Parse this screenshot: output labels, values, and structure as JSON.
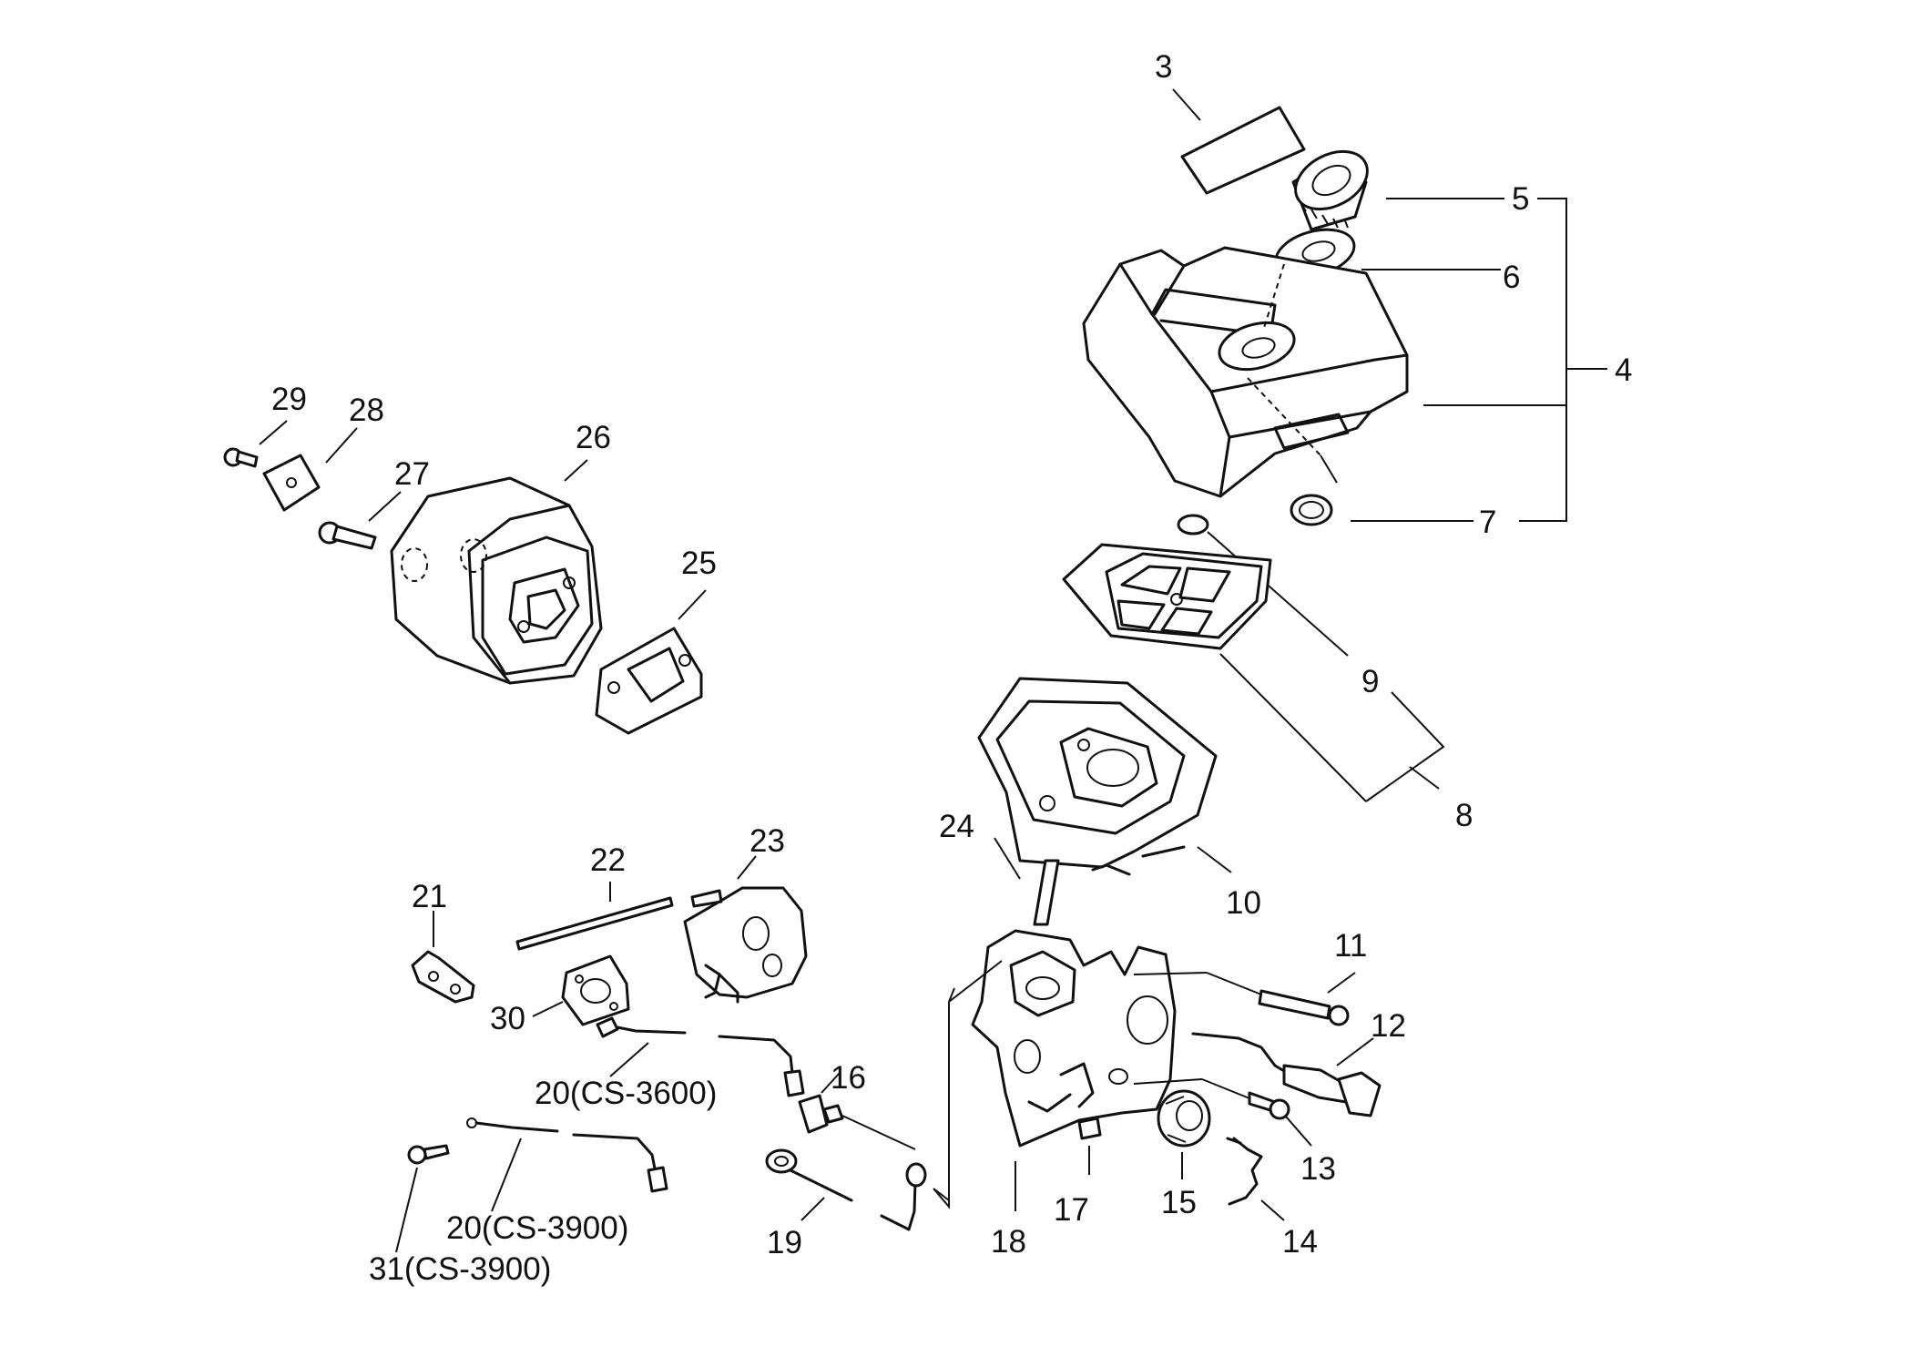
{
  "diagram": {
    "labels": {
      "p3": "3",
      "p4": "4",
      "p5": "5",
      "p6": "6",
      "p7": "7",
      "p8": "8",
      "p9": "9",
      "p10": "10",
      "p11": "11",
      "p12": "12",
      "p13": "13",
      "p14": "14",
      "p15": "15",
      "p16": "16",
      "p17": "17",
      "p18": "18",
      "p19": "19",
      "p20a": "20(CS-3600)",
      "p20b": "20(CS-3900)",
      "p21": "21",
      "p22": "22",
      "p23": "23",
      "p24": "24",
      "p25": "25",
      "p26": "26",
      "p27": "27",
      "p28": "28",
      "p29": "29",
      "p30": "30",
      "p31": "31(CS-3900)"
    }
  }
}
